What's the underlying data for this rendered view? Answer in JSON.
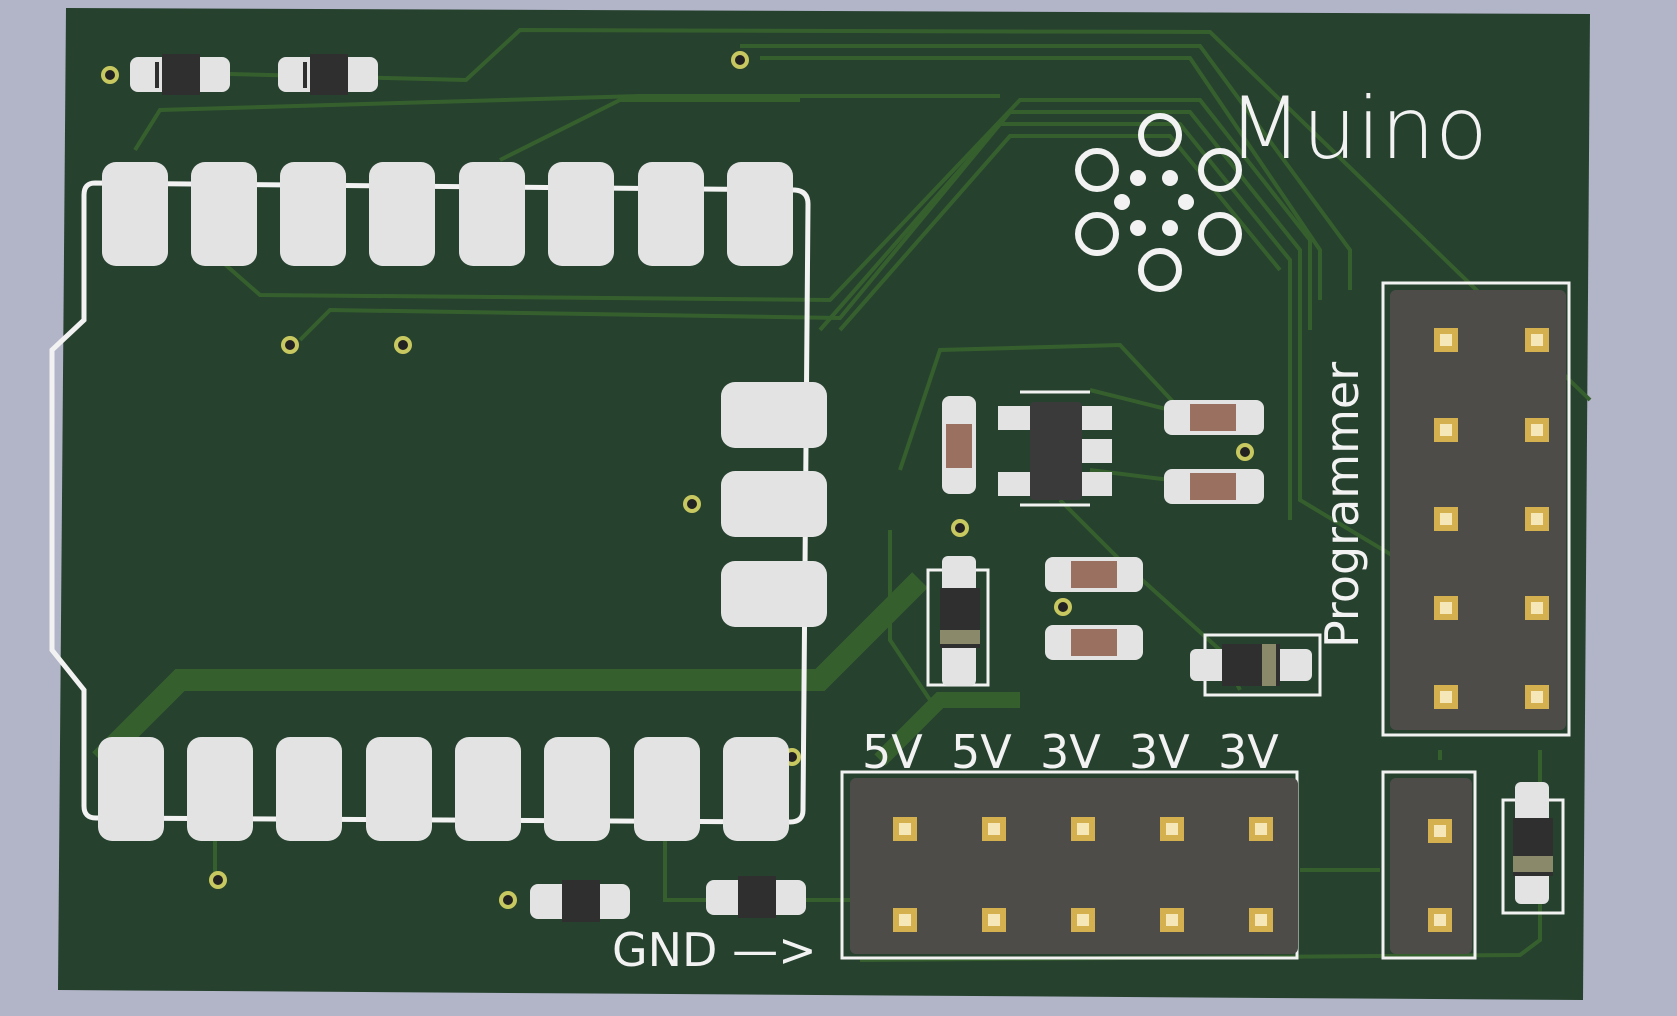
{
  "colors": {
    "background": "#b2b4c8",
    "board": "#26412e",
    "trace": "#365f2e",
    "silkscreen": "#f2f2f2",
    "pad": "#e3e3e3",
    "header_body": "#4e4c49",
    "pin": "#d4b04e",
    "component_body": "#3a3a3a",
    "resistor_body": "#9a7060"
  },
  "board": {
    "logo_text": "Muino",
    "programmer_label": "Programmer",
    "gnd_label": "GND —>",
    "voltage_labels": [
      "5V",
      "5V",
      "3V",
      "3V",
      "3V"
    ]
  },
  "icons": {
    "logo": "dots-cluster-logo-icon"
  }
}
